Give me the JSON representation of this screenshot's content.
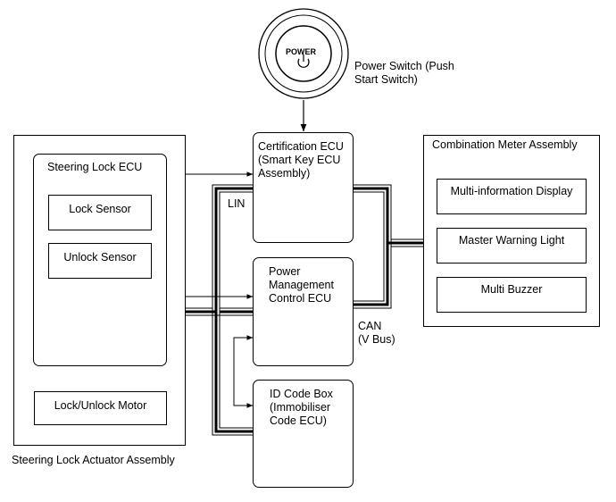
{
  "power_switch": {
    "button_text": "POWER",
    "label": "Power Switch (Push\nStart Switch)"
  },
  "certification_ecu": {
    "label": "Certification ECU\n(Smart Key ECU\nAssembly)"
  },
  "power_management_ecu": {
    "label": "Power\nManagement\nControl ECU"
  },
  "id_code_box": {
    "label": "ID Code Box\n(Immobiliser\nCode ECU)"
  },
  "steering_lock_actuator": {
    "label": "Steering Lock Actuator Assembly",
    "ecu_label": "Steering Lock ECU",
    "lock_sensor": "Lock Sensor",
    "unlock_sensor": "Unlock Sensor",
    "motor": "Lock/Unlock Motor"
  },
  "combination_meter": {
    "label": "Combination Meter Assembly",
    "multi_info_display": "Multi-information Display",
    "master_warning_light": "Master Warning Light",
    "multi_buzzer": "Multi Buzzer"
  },
  "bus_labels": {
    "lin": "LIN",
    "can": "CAN\n(V Bus)"
  }
}
